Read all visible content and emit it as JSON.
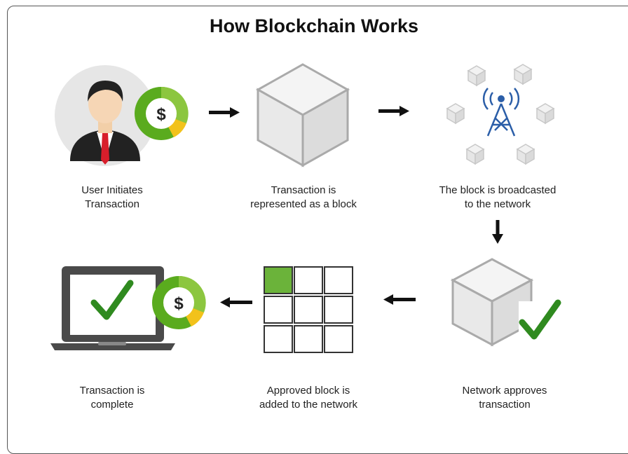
{
  "title": "How Blockchain Works",
  "steps": [
    {
      "line1": "User Initiates",
      "line2": "Transaction",
      "icon": "user-with-coin-icon"
    },
    {
      "line1": "Transaction is",
      "line2": "represented as a block",
      "icon": "block-cube-icon"
    },
    {
      "line1": "The block is broadcasted",
      "line2": "to the network",
      "icon": "network-tower-icon"
    },
    {
      "line1": "Network approves",
      "line2": "transaction",
      "icon": "approved-block-icon"
    },
    {
      "line1": "Approved block is",
      "line2": "added to the network",
      "icon": "block-grid-icon"
    },
    {
      "line1": "Transaction is",
      "line2": "complete",
      "icon": "laptop-check-icon"
    }
  ],
  "coin_symbol": "$",
  "colors": {
    "green": "#5aab1e",
    "dark_green": "#2f8a1f",
    "yellow": "#f2c21b",
    "suit": "#222222",
    "tie": "#d81e2b"
  }
}
